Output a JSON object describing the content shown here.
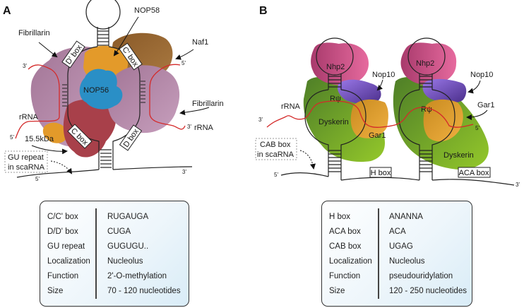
{
  "panels": {
    "A": {
      "label": "A",
      "title_proteins": {
        "nop58": "NOP58",
        "nop56": "NOP56",
        "naf1": "Naf1",
        "fibrillarin_left": "Fibrillarin",
        "fibrillarin_right": "Fibrillarin",
        "kda15": "15.5kDa"
      },
      "boxes": {
        "d_prime": "D' box",
        "c_prime": "C' box",
        "c": "C box",
        "d": "D box"
      },
      "rrna_left": "rRNA",
      "rrna_right": "rRNA",
      "ends": {
        "left_3": "3'",
        "left_5": "5'",
        "right_5": "5'",
        "right_3": "3'",
        "strand_5": "5'",
        "strand_3": "3'"
      },
      "note": [
        "GU repeat",
        "in scaRNA"
      ],
      "table": {
        "rows": [
          {
            "key": "C/C' box",
            "value": "RUGAUGA"
          },
          {
            "key": "D/D' box",
            "value": "CUGA"
          },
          {
            "key": "GU repeat",
            "value": "GUGUGU.."
          },
          {
            "key": "Localization",
            "value": "Nucleolus"
          },
          {
            "key": "Function",
            "value": "2'-O-methylation"
          },
          {
            "key": "Size",
            "value": "70 - 120 nucleotides"
          }
        ]
      }
    },
    "B": {
      "label": "B",
      "proteins": {
        "nhp2_left": "Nhp2",
        "nhp2_right": "Nhp2",
        "nop10_left": "Nop10",
        "nop10_right": "Nop10",
        "dyskerin_left": "Dyskerin",
        "dyskerin_right": "Dyskerin",
        "gar1_left": "Gar1",
        "gar1_right": "Gar1",
        "rpsi_left": "Rψ",
        "rpsi_right": "Rψ"
      },
      "boxes": {
        "h": "H box",
        "aca": "ACA box"
      },
      "rrna": "rRNA",
      "ends": {
        "rrna_3": "3'",
        "rrna_5": "5'",
        "strand_5": "5'",
        "strand_3": "3'"
      },
      "note": [
        "CAB box",
        "in scaRNA"
      ],
      "table": {
        "rows": [
          {
            "key": "H box",
            "value": "ANANNA"
          },
          {
            "key": "ACA box",
            "value": "ACA"
          },
          {
            "key": "CAB box",
            "value": "UGAG"
          },
          {
            "key": "Localization",
            "value": "Nucleolus"
          },
          {
            "key": "Function",
            "value": "pseudouridylation"
          },
          {
            "key": "Size",
            "value": "120 - 250 nucleotides"
          }
        ]
      }
    }
  },
  "colors": {
    "fibrillarin": "#b488a8",
    "fibrillarin_dark": "#9a7090",
    "nop58": "#e39a2a",
    "nop56": "#2a8fc6",
    "naf1": "#9a6a35",
    "kda15": "#a8404a",
    "rrna": "#d42a2a",
    "nhp2": "#c24a82",
    "nop10": "#6c44b8",
    "dyskerin": "#5e9a2a",
    "gar1": "#e0a030"
  }
}
